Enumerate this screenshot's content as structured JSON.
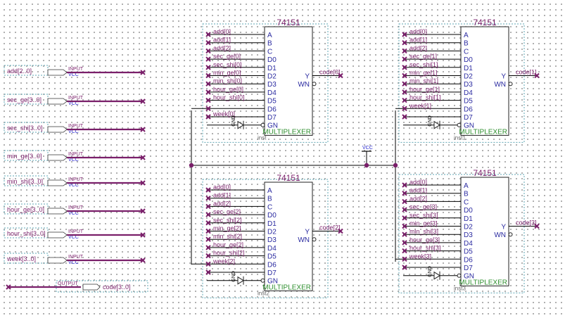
{
  "colors": {
    "wire": "#000000",
    "bus": "#7a1f6a",
    "block_border": "#5fa7b4",
    "pin_text": "#2a2aa0",
    "label": "#7a1f6a",
    "mux_text": "#2f8f2f"
  },
  "inputs": [
    {
      "name": "add[2..0]",
      "keyword": "INPUT",
      "sub": "VCC"
    },
    {
      "name": "sec_ge[3..0]",
      "keyword": "INPUT",
      "sub": "VCC"
    },
    {
      "name": "sec_shi[3..0]",
      "keyword": "INPUT",
      "sub": "VCC"
    },
    {
      "name": "min_ge[3..0]",
      "keyword": "INPUT",
      "sub": "VCC"
    },
    {
      "name": "min_shi[3..0]",
      "keyword": "INPUT",
      "sub": "VCC"
    },
    {
      "name": "hour_ge[3..0]",
      "keyword": "INPUT",
      "sub": "VCC"
    },
    {
      "name": "hour_shi[3..0]",
      "keyword": "INPUT",
      "sub": "VCC"
    },
    {
      "name": "week[3..0]",
      "keyword": "INPUT",
      "sub": "VCC"
    }
  ],
  "output": {
    "name": "code[3..0]",
    "keyword": "OUTPUT"
  },
  "vcc_label": "VCC",
  "gnd_label": "GND",
  "chips": [
    {
      "part": "74151",
      "type": "MULTIPLEXER",
      "inst": "inst",
      "pins_left": [
        "A",
        "B",
        "C",
        "D0",
        "D1",
        "D2",
        "D3",
        "D4",
        "D5",
        "D6",
        "D7",
        "GN"
      ],
      "pins_right": [
        "Y",
        "WN"
      ],
      "in_labels": [
        "add[0]",
        "add[1]",
        "add[2]",
        "sec_ge[0]",
        "sec_shi[0]",
        "min_ge[0]",
        "min_shi[0]",
        "hour_ge[0]",
        "hour_shi[0]",
        "",
        "week[0]"
      ],
      "out_label": "code[0]"
    },
    {
      "part": "74151",
      "type": "MULTIPLEXER",
      "inst": "inst1",
      "pins_left": [
        "A",
        "B",
        "C",
        "D0",
        "D1",
        "D2",
        "D3",
        "D4",
        "D5",
        "D6",
        "D7",
        "GN"
      ],
      "pins_right": [
        "Y",
        "WN"
      ],
      "in_labels": [
        "add[0]",
        "add[1]",
        "add[2]",
        "sec_ge[1]",
        "sec_shi[1]",
        "min_ge[1]",
        "min_shi[1]",
        "hour_ge[1]",
        "hour_shi[1]",
        "week[1]",
        ""
      ],
      "out_label": "code[1]"
    },
    {
      "part": "74151",
      "type": "MULTIPLEXER",
      "inst": "inst2",
      "pins_left": [
        "A",
        "B",
        "C",
        "D0",
        "D1",
        "D2",
        "D3",
        "D4",
        "D5",
        "D6",
        "D7",
        "GN"
      ],
      "pins_right": [
        "Y",
        "WN"
      ],
      "in_labels": [
        "add[0]",
        "add[1]",
        "add[2]",
        "sec_ge[2]",
        "sec_shi[2]",
        "min_ge[2]",
        "min_shi[2]",
        "hour_ge[2]",
        "hour_shi[2]",
        "week[2]",
        ""
      ],
      "out_label": "code[2]"
    },
    {
      "part": "74151",
      "type": "MULTIPLEXER",
      "inst": "inst3",
      "pins_left": [
        "A",
        "B",
        "C",
        "D0",
        "D1",
        "D2",
        "D3",
        "D4",
        "D5",
        "D6",
        "D7",
        "GN"
      ],
      "pins_right": [
        "Y",
        "WN"
      ],
      "in_labels": [
        "add[0]",
        "add[1]",
        "add[2]",
        "sec_ge[3]",
        "sec_shi[3]",
        "min_ge[3]",
        "min_shi[3]",
        "hour_ge[3]",
        "hour_shi[3]",
        "week[3]",
        ""
      ],
      "out_label": "code[3]"
    }
  ]
}
